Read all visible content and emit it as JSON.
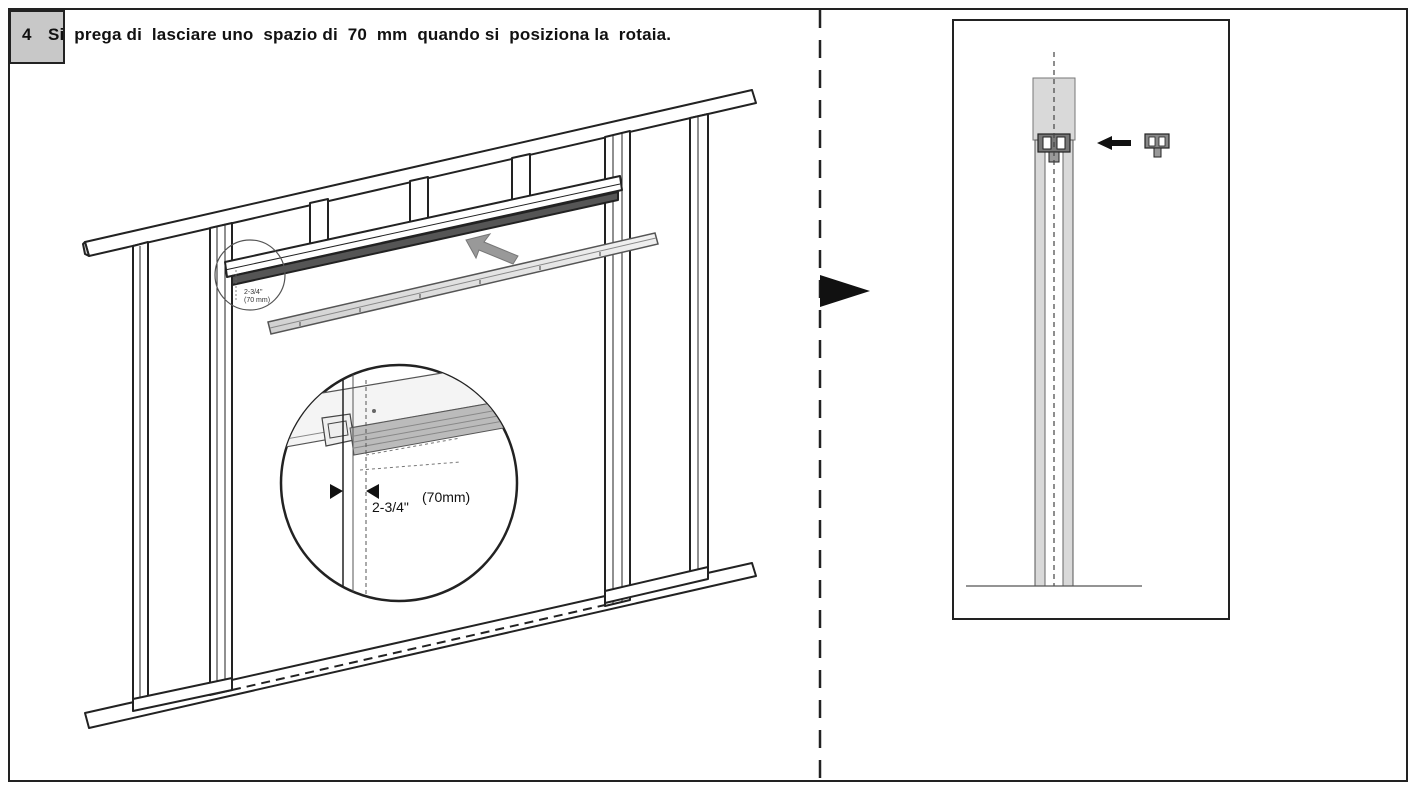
{
  "step": {
    "number": "4",
    "instruction": "Si  prega di  lasciare uno  spazio di  70  mm  quando si  posiziona la  rotaia."
  },
  "detail_zoom": {
    "dimension_imperial": "2-3/4\"",
    "dimension_metric": "(70mm)"
  },
  "small_callout": {
    "line1": "2-3/4\"",
    "line2": "(70 mm)"
  },
  "colors": {
    "line": "#222222",
    "step_box_fill": "#c8c8c8",
    "rail_fill": "#e6e6e6",
    "panel_shade": "#d9d9d9",
    "arrow_gray": "#999999"
  },
  "icons": [
    "right-triangle-pointer-icon",
    "left-arrow-icon",
    "roller-hanger-icon",
    "diagonal-arrow-icon"
  ]
}
